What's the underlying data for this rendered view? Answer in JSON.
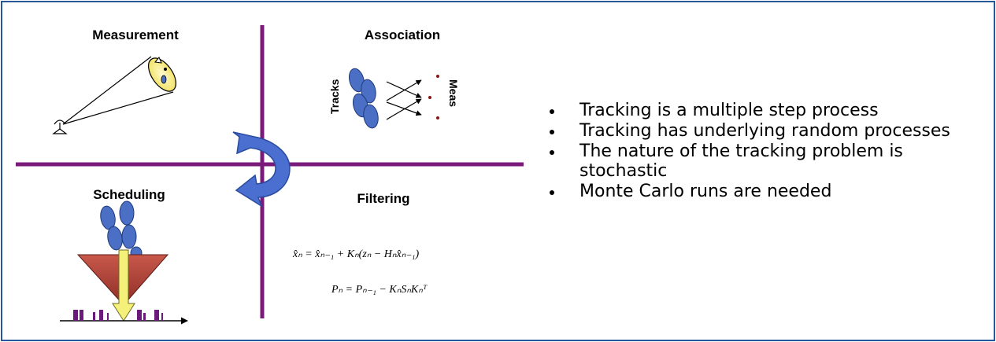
{
  "diagram": {
    "quadrants": {
      "measurement": "Measurement",
      "association": "Association",
      "scheduling": "Scheduling",
      "filtering": "Filtering"
    },
    "association_labels": {
      "tracks": "Tracks",
      "meas": "Meas"
    },
    "equations": {
      "state_update": "x̂ₙ = x̂ₙ₋₁ + Kₙ(zₙ − Hₙx̂ₙ₋₁)",
      "covariance_update": "Pₙ = Pₙ₋₁ − KₙSₙKₙᵀ"
    },
    "colors": {
      "axis": "#7a1a7a",
      "cycle_arrow": "#4a6fd0",
      "ellipse": "#4a6fc4",
      "funnel": "#b0423a",
      "arrow": "#f5f07a",
      "frame": "#27589b"
    }
  },
  "bullets": [
    "Tracking is a multiple step process",
    "Tracking has underlying random processes",
    "The nature of the tracking problem is stochastic",
    "Monte Carlo runs are needed"
  ]
}
